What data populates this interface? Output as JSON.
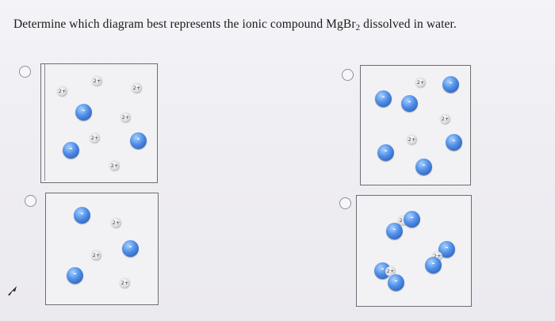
{
  "question": {
    "prefix": "Determine which diagram best represents the ionic compound ",
    "formula_main": "MgBr",
    "formula_sub": "2",
    "suffix": " dissolved in water."
  },
  "ions": {
    "cation_label": "2+",
    "anion_label": "-"
  },
  "options": [
    {
      "id": "A",
      "selected": false
    },
    {
      "id": "B",
      "selected": false
    },
    {
      "id": "C",
      "selected": false
    },
    {
      "id": "D",
      "selected": false
    }
  ],
  "colors": {
    "anion": "#3f7fdc",
    "cation": "#d9dae0",
    "border": "#6c6c72"
  }
}
